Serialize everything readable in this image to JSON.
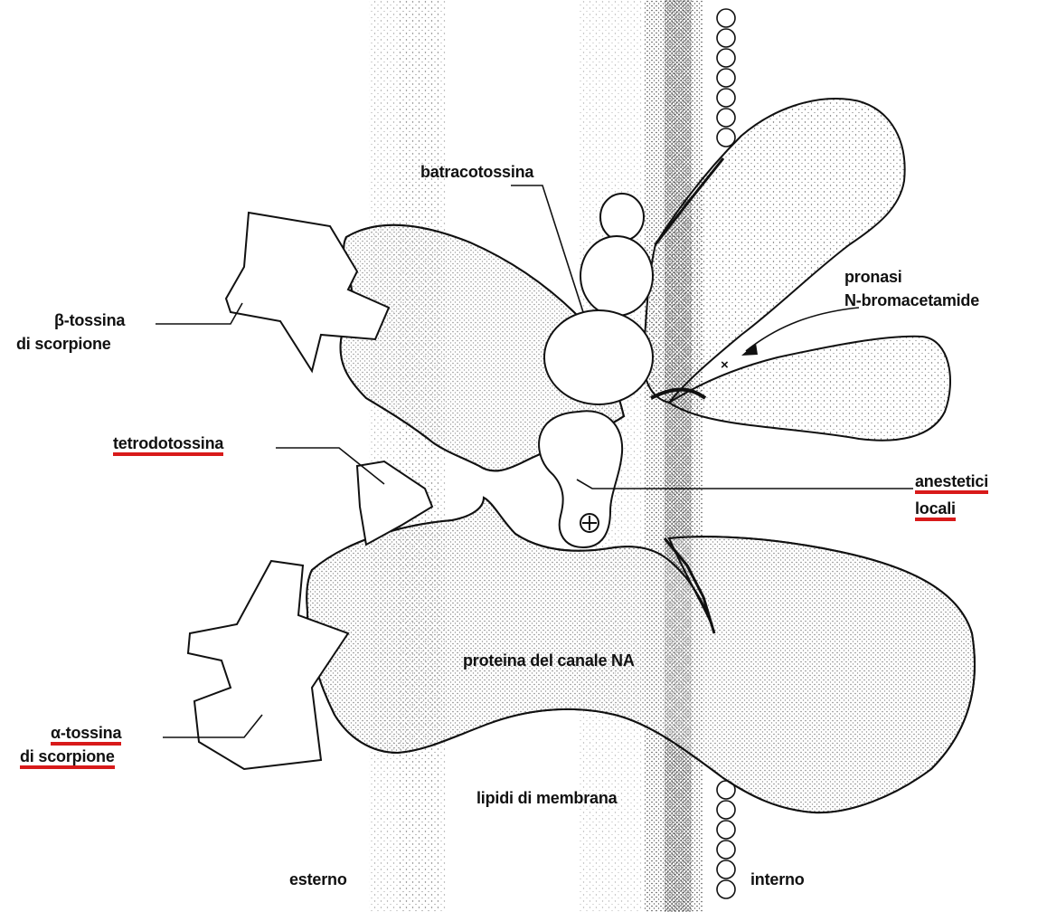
{
  "labels": {
    "batracotossina": "batracotossina",
    "pronasi": "pronasi",
    "n_bromacetamide": "N-bromacetamide",
    "beta_tossina": "β-tossina",
    "beta_di_scorpione": "di scorpione",
    "tetrodotossina": "tetrodotossina",
    "anestetici": "anestetici",
    "locali": "locali",
    "proteina": "proteina del canale NA",
    "alfa_tossina": "α-tossina",
    "alfa_di": "di",
    "alfa_scorpione": "scorpione",
    "lipidi": "lipidi di membrana",
    "esterno": "esterno",
    "interno": "interno",
    "plus_symbol": "⊕",
    "cleavage_mark": "×"
  },
  "colors": {
    "ink": "#111111",
    "underline": "#d81a1a",
    "stipple": "#555555"
  }
}
